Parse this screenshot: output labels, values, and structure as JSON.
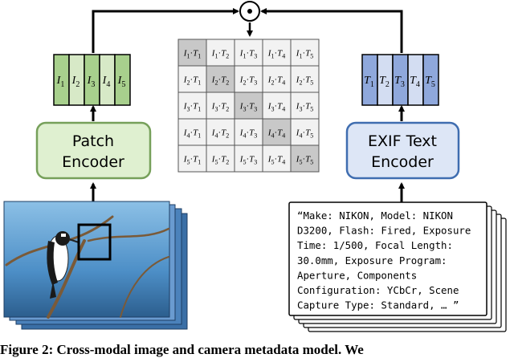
{
  "patch_encoder": {
    "label_line1": "Patch",
    "label_line2": "Encoder"
  },
  "text_encoder": {
    "label_line1": "EXIF Text",
    "label_line2": "Encoder"
  },
  "combine_symbol": "⊙",
  "image_tokens": [
    "I",
    "I",
    "I",
    "I",
    "I"
  ],
  "text_tokens": [
    "T",
    "T",
    "T",
    "T",
    "T"
  ],
  "exif_text": [
    "“Make: NIKON, Model: NIKON",
    "D3200, Flash: Fired, Exposure",
    "Time: 1/500, Focal Length:",
    "30.0mm, Exposure Program:",
    "Aperture, Components",
    "Configuration: YCbCr, Scene",
    "Capture Type: Standard, … ”"
  ],
  "caption": "Figure 2: Cross-modal image and camera metadata model. We",
  "colors": {
    "patch_green": "#a8d08d",
    "patch_green_light": "#d7e9c7",
    "encoder_green_fill": "#dff0d0",
    "encoder_green_stroke": "#76a05a",
    "text_blue": "#8fa8dc",
    "text_blue_light": "#d3ddf2",
    "encoder_blue_fill": "#dde6f6",
    "encoder_blue_stroke": "#3f6db0",
    "matrix_cell": "#f2f2f2",
    "matrix_diag": "#c8c8c8"
  }
}
